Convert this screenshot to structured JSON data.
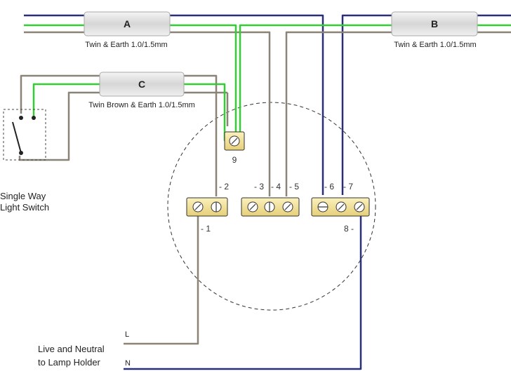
{
  "cables": {
    "a": {
      "letter": "A",
      "spec": "Twin & Earth 1.0/1.5mm"
    },
    "b": {
      "letter": "B",
      "spec": "Twin & Earth 1.0/1.5mm"
    },
    "c": {
      "letter": "C",
      "spec": "Twin Brown & Earth 1.0/1.5mm"
    }
  },
  "switch": {
    "label_line1": "Single Way",
    "label_line2": "Light Switch"
  },
  "lamp": {
    "label_line1": "Live and Neutral",
    "label_line2": "to Lamp Holder",
    "live": "L",
    "neutral": "N"
  },
  "terminals": {
    "t1": "- 1",
    "t2": "- 2",
    "t3": "- 3",
    "t4": "- 4",
    "t5": "- 5",
    "t6": "- 6",
    "t7": "- 7",
    "t8": "8 -",
    "t9": "9"
  },
  "colors": {
    "earth": "#33cc33",
    "live_grey": "#8c8377",
    "neutral_blue": "#2a2f7a",
    "block": "#f2e29a",
    "sleeve": "#dcdcdc"
  }
}
